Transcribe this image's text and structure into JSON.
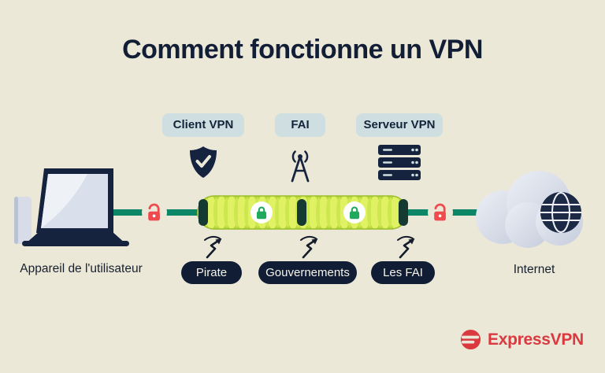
{
  "title": "Comment fonctionne un VPN",
  "top_labels": {
    "client": "Client VPN",
    "fai": "FAI",
    "server": "Serveur VPN"
  },
  "threats": {
    "pirate": "Pirate",
    "gouvernements": "Gouvernements",
    "les_fai": "Les FAI"
  },
  "endpoints": {
    "device": "Appareil de l'utilisateur",
    "internet": "Internet"
  },
  "brand": {
    "name": "ExpressVPN"
  },
  "icons": {
    "shield": "shield-check-icon",
    "antenna": "antenna-icon",
    "server": "server-rack-icon",
    "open_lock": "open-lock-icon",
    "closed_lock": "closed-lock-icon",
    "laptop": "laptop-and-phone-icon",
    "cloud": "cloud-globe-icon",
    "arrow": "deflected-arrow-icon",
    "logo": "expressvpn-logo-icon"
  },
  "colors": {
    "background": "#ece8d8",
    "navy": "#101d35",
    "tag_bg": "#cfdfe1",
    "line_green": "#0d8668",
    "tunnel_yellow": "#dcee5e",
    "lock_red": "#ef4b4f",
    "lock_green": "#1fa95c",
    "brand_red": "#da3940"
  }
}
